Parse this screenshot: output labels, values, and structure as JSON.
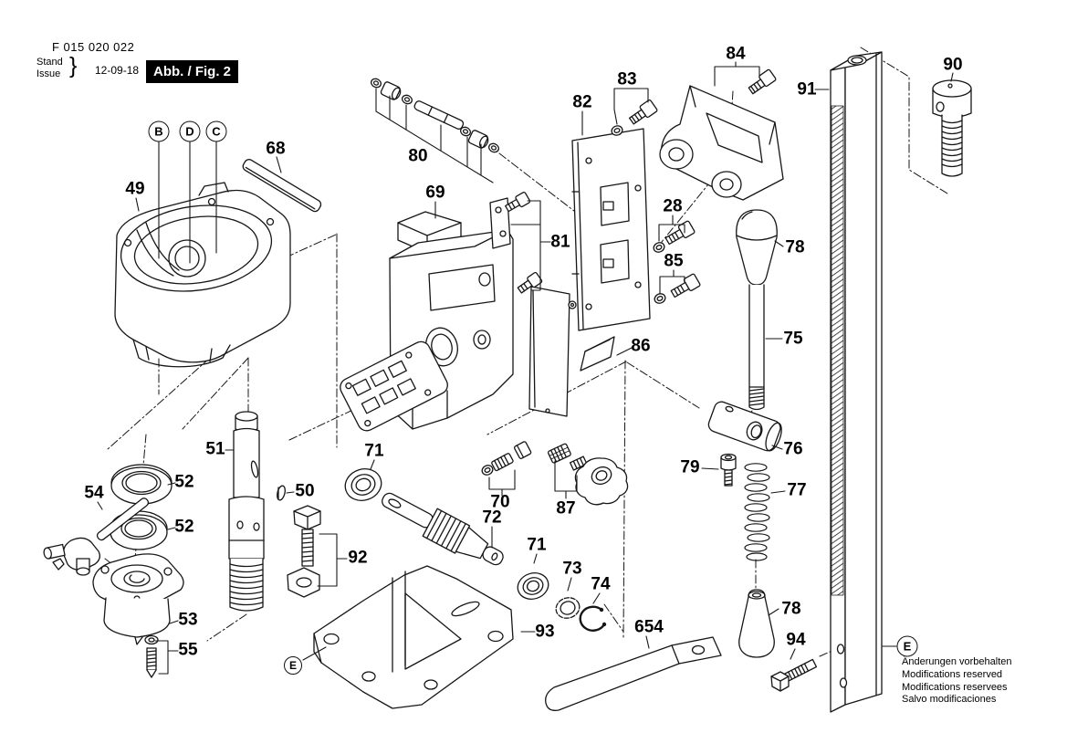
{
  "document": {
    "part_number": "F 015 020 022",
    "stand_label": "Stand",
    "issue_label": "Issue",
    "brace": "}",
    "issue_date": "12-09-18",
    "figure_label": "Abb. / Fig. 2"
  },
  "notes": {
    "de": "Änderungen vorbehalten",
    "en": "Modifications reserved",
    "fr": "Modifications reservees",
    "es": "Salvo modificaciones"
  },
  "reference_letters": {
    "b": "B",
    "d": "D",
    "c": "C",
    "e_left": "E",
    "e_right": "E"
  },
  "callouts": {
    "c49": "49",
    "c68": "68",
    "c80": "80",
    "c69": "69",
    "c82": "82",
    "c83": "83",
    "c84": "84",
    "c91": "91",
    "c90": "90",
    "c81": "81",
    "c28": "28",
    "c85": "85",
    "c86": "86",
    "c78a": "78",
    "c75": "75",
    "c76": "76",
    "c79": "79",
    "c77": "77",
    "c78b": "78",
    "c94": "94",
    "c654": "654",
    "c51": "51",
    "c52a": "52",
    "c52b": "52",
    "c50": "50",
    "c54": "54",
    "c53": "53",
    "c55": "55",
    "c92": "92",
    "c71a": "71",
    "c70": "70",
    "c87": "87",
    "c72": "72",
    "c71b": "71",
    "c73": "73",
    "c74": "74",
    "c93": "93"
  }
}
